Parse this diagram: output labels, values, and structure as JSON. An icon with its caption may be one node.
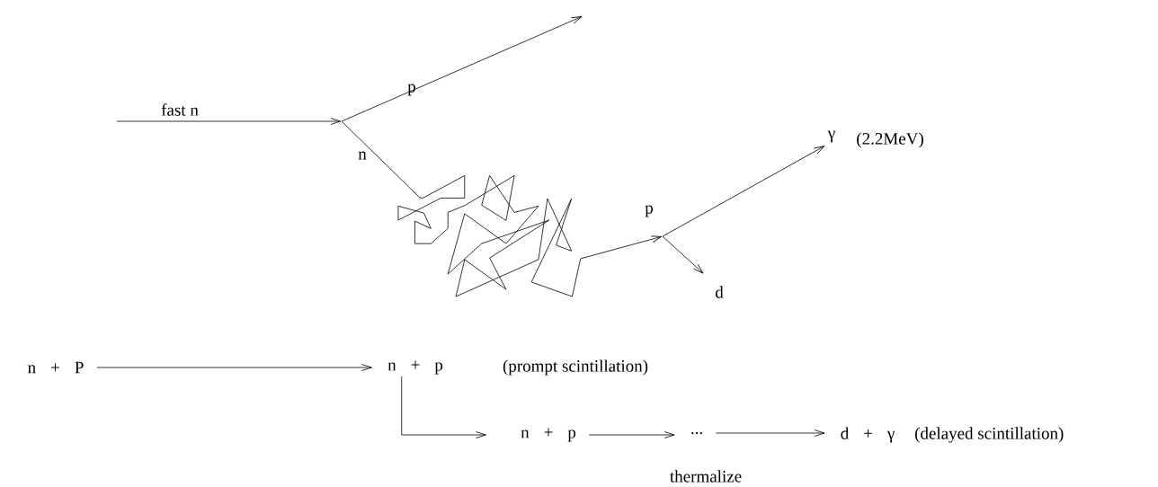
{
  "diagram": {
    "nodes": [
      {
        "text": [
          "n + P"
        ]
      },
      {
        "text": [
          "n + p"
        ],
        "beside": [
          "(prompt scintillation)"
        ]
      },
      {
        "text": [
          "n + p"
        ]
      },
      {
        "text": [
          "..."
        ],
        "beside": [
          "thermalize"
        ]
      },
      {
        "text": [
          "d + γ"
        ],
        "beside": [
          "(delayed scintillation)"
        ]
      }
    ],
    "edges": [
      {
        "from": 0,
        "to": 1,
        "arrow": "to"
      },
      {
        "from": 1,
        "to": 2,
        "arrow": "to"
      },
      {
        "from": 2,
        "to": 3,
        "arrow": "to"
      },
      {
        "from": 3,
        "to": 4,
        "arrow": "to"
      }
    ],
    "labels": [
      "p",
      "fast n",
      "n",
      "γ",
      "(2.2MeV)",
      "p",
      "d"
    ]
  }
}
